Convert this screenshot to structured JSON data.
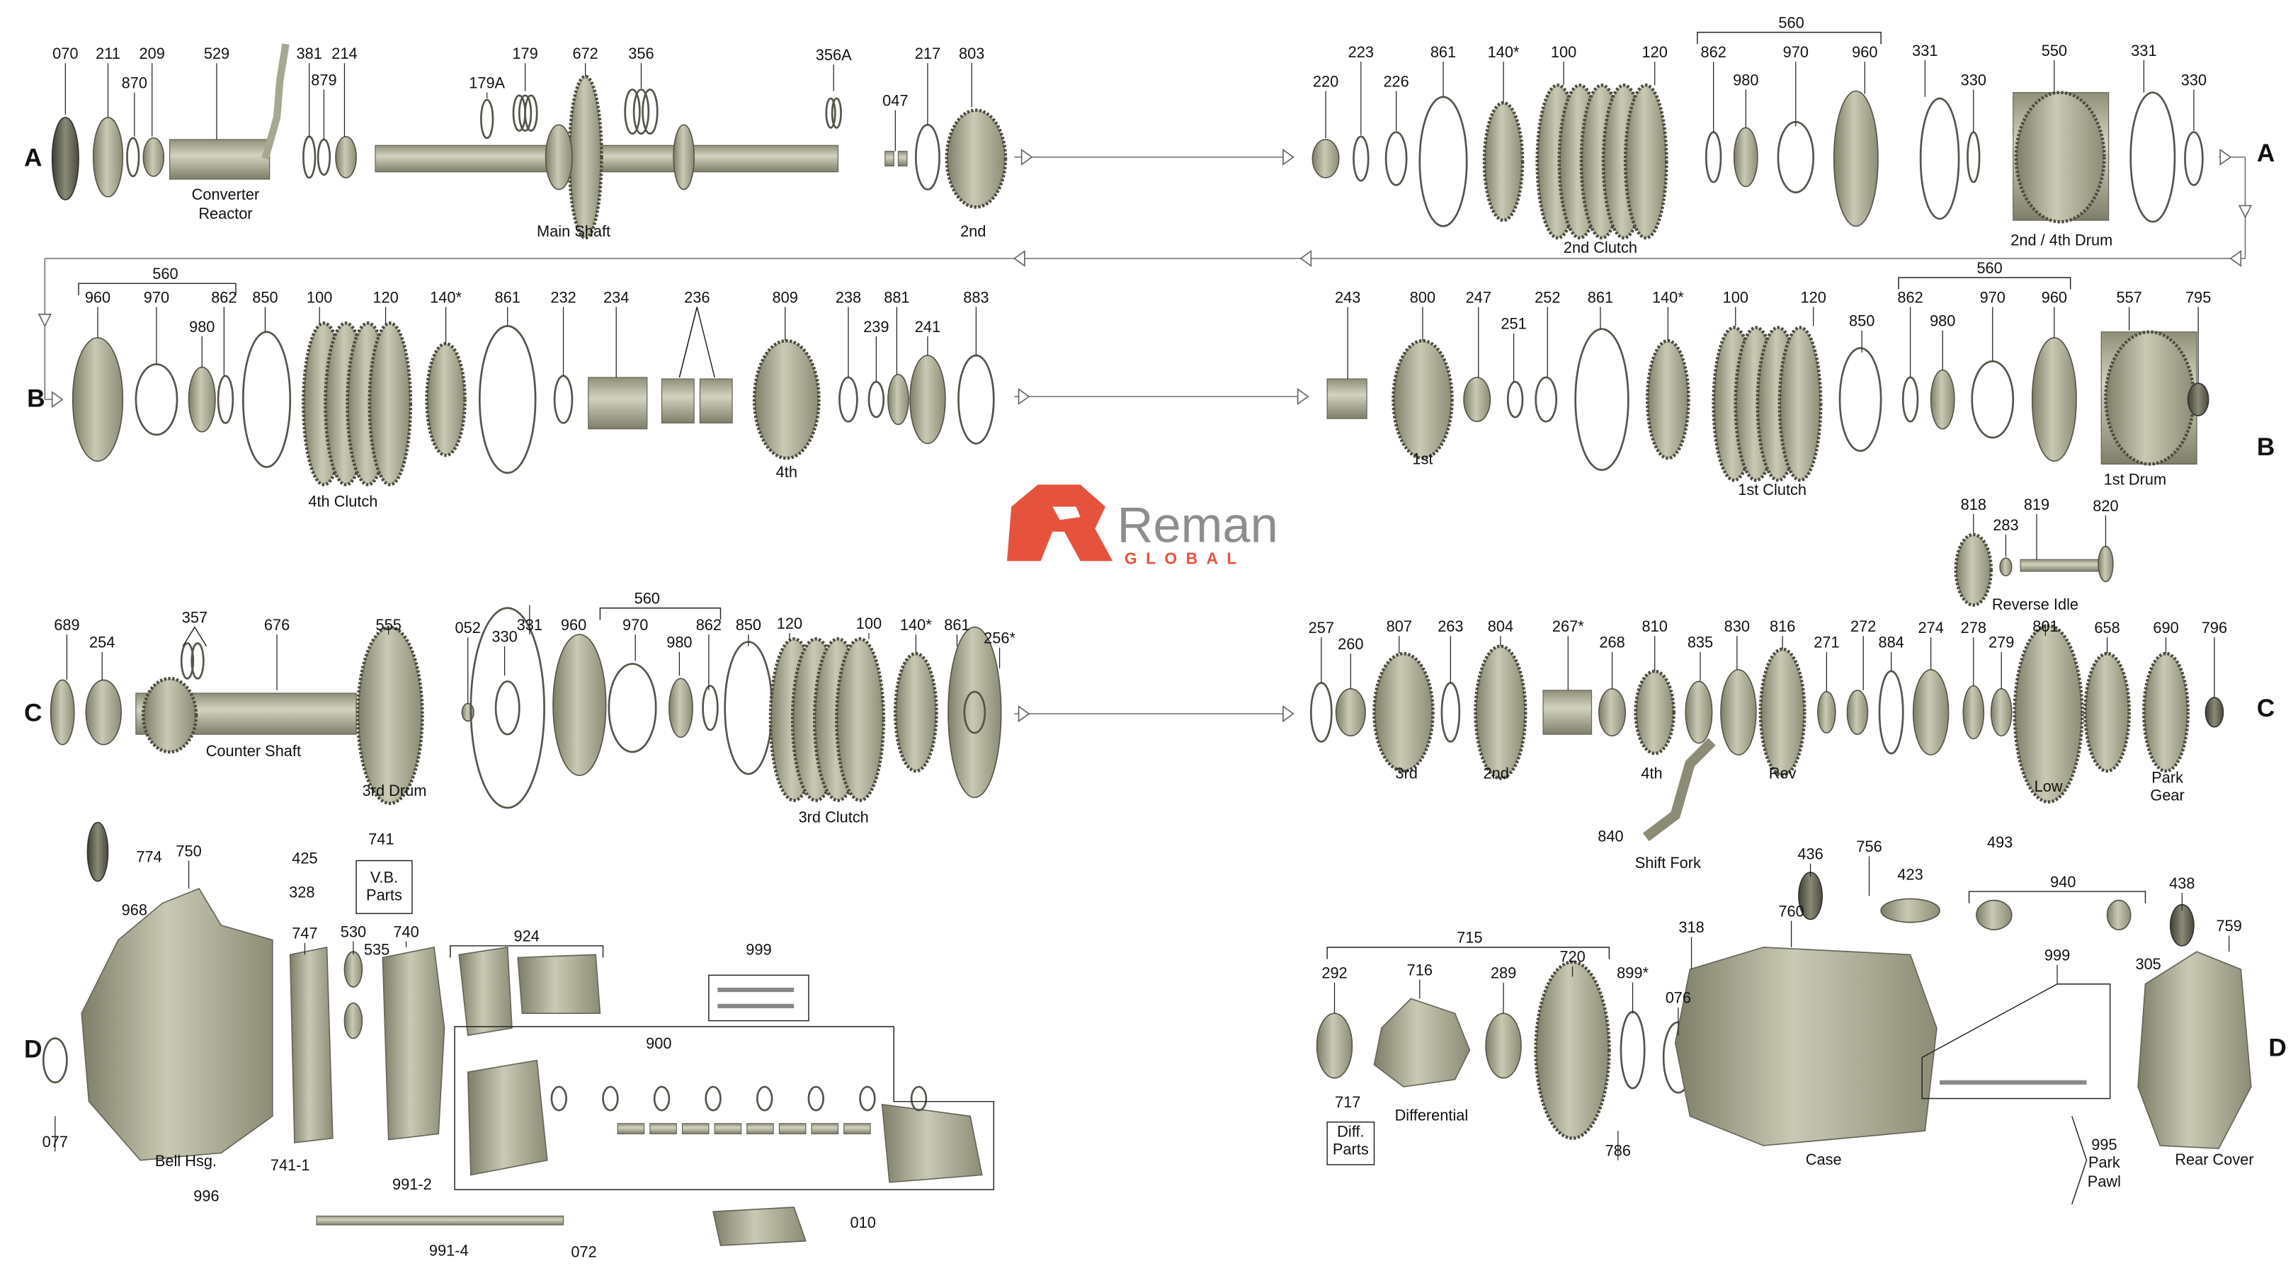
{
  "row_letters": [
    "A",
    "A",
    "B",
    "B",
    "C",
    "C",
    "D",
    "D"
  ],
  "row_a_left": [
    "070",
    "211",
    "870",
    "209",
    "529",
    "381",
    "879",
    "214",
    "179A",
    "179",
    "672",
    "356",
    "356A",
    "047",
    "217",
    "803"
  ],
  "row_a_left_captions": [
    "Converter",
    "Reactor",
    "Main Shaft",
    "2nd"
  ],
  "row_a_right": [
    "220",
    "223",
    "226",
    "861",
    "140*",
    "100",
    "120",
    "560",
    "862",
    "980",
    "970",
    "960",
    "331",
    "330",
    "550",
    "331",
    "330"
  ],
  "row_a_right_captions": [
    "2nd Clutch",
    "2nd / 4th Drum"
  ],
  "row_b_left": [
    "560",
    "960",
    "970",
    "980",
    "862",
    "850",
    "100",
    "120",
    "140*",
    "861",
    "232",
    "234",
    "236",
    "809",
    "238",
    "239",
    "881",
    "241",
    "883"
  ],
  "row_b_left_captions": [
    "4th Clutch",
    "4th"
  ],
  "row_b_right": [
    "243",
    "800",
    "247",
    "251",
    "252",
    "861",
    "140*",
    "100",
    "120",
    "850",
    "560",
    "862",
    "980",
    "970",
    "960",
    "557",
    "795"
  ],
  "row_b_right_captions": [
    "1st",
    "1st Clutch",
    "1st Drum"
  ],
  "reverse_idle": [
    "818",
    "283",
    "819",
    "820"
  ],
  "reverse_idle_captions": [
    "Reverse Idle"
  ],
  "logo": {
    "name": "Reman",
    "sub": "GLOBAL",
    "accent": "#e5533d"
  },
  "row_c_left": [
    "689",
    "254",
    "357",
    "676",
    "555",
    "052",
    "330",
    "331",
    "560",
    "960",
    "970",
    "980",
    "862",
    "850",
    "120",
    "100",
    "140*",
    "861",
    "256*"
  ],
  "row_c_left_captions": [
    "Counter Shaft",
    "3rd Drum",
    "3rd Clutch"
  ],
  "row_c_right": [
    "257",
    "260",
    "807",
    "263",
    "804",
    "267*",
    "268",
    "810",
    "835",
    "830",
    "816",
    "271",
    "272",
    "884",
    "274",
    "278",
    "279",
    "801",
    "658",
    "690",
    "796",
    "840"
  ],
  "row_c_right_captions": [
    "3rd",
    "2nd",
    "4th",
    "Rev",
    "Low",
    "Park",
    "Gear",
    "Shift Fork"
  ],
  "row_d_left": [
    "774",
    "750",
    "968",
    "425",
    "328",
    "741",
    "747",
    "530",
    "535",
    "740",
    "924",
    "999",
    "900",
    "077",
    "741-1",
    "991-2",
    "996",
    "010",
    "991-4",
    "072"
  ],
  "row_d_left_captions": [
    "V.B.",
    "Parts",
    "Bell Hsg."
  ],
  "row_d_right": [
    "715",
    "292",
    "716",
    "289",
    "720",
    "899*",
    "717",
    "786",
    "318",
    "076",
    "760",
    "436",
    "756",
    "423",
    "493",
    "940",
    "438",
    "759",
    "305",
    "999",
    "995"
  ],
  "row_d_right_captions": [
    "Diff.",
    "Parts",
    "Differential",
    "Case",
    "Park",
    "Pawl",
    "Rear Cover"
  ]
}
